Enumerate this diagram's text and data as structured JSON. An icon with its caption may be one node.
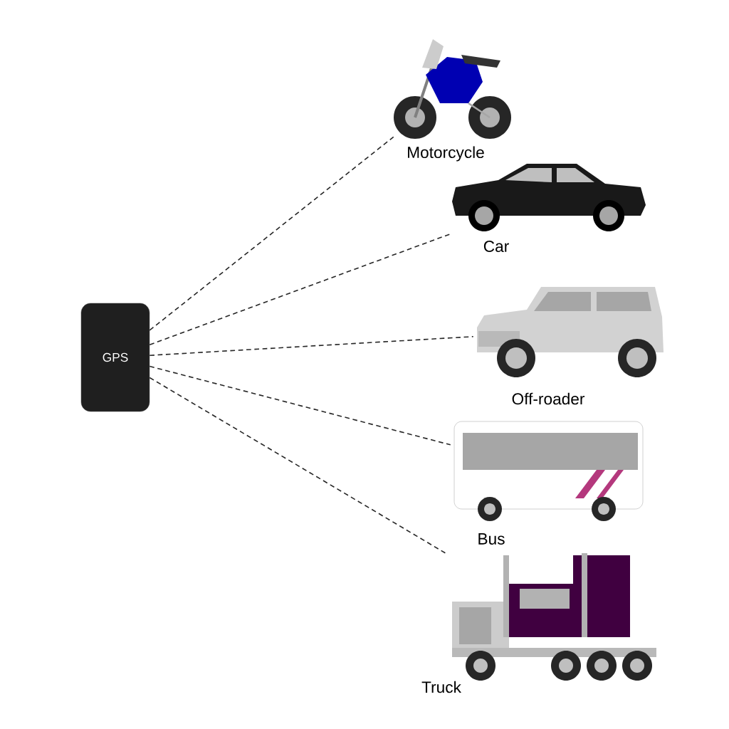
{
  "diagram": {
    "nodes": [
      {
        "text": [
          "GPS"
        ]
      },
      {
        "text": [],
        "shape": "picture",
        "beside": [
          "Motorcycle"
        ]
      },
      {
        "text": [],
        "shape": "picture",
        "beside": [
          "Car"
        ]
      },
      {
        "text": [],
        "shape": "picture",
        "beside": [
          "Off-roader"
        ]
      },
      {
        "text": [],
        "shape": "picture",
        "beside": [
          "Bus"
        ]
      },
      {
        "text": [],
        "shape": "picture",
        "beside": [
          "Truck"
        ]
      }
    ],
    "edges": [
      {
        "from": 0,
        "to": 1,
        "arrow": "none",
        "style": "dashed"
      },
      {
        "from": 0,
        "to": 2,
        "arrow": "none",
        "style": "dashed"
      },
      {
        "from": 0,
        "to": 3,
        "arrow": "none",
        "style": "dashed"
      },
      {
        "from": 0,
        "to": 4,
        "arrow": "none",
        "style": "dashed"
      },
      {
        "from": 0,
        "to": 5,
        "arrow": "none",
        "style": "dashed"
      }
    ]
  }
}
